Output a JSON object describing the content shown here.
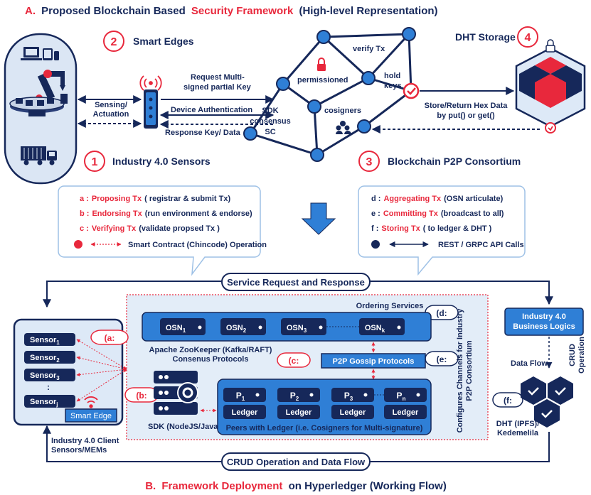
{
  "titles": {
    "a_prefix": "A.",
    "a_pre": "Proposed Blockchain Based",
    "a_red": "Security Framework",
    "a_post": "(High-level Representation)",
    "b_prefix": "B.",
    "b_red": "Framework Deployment",
    "b_post": "on Hyperledger (Working Flow)"
  },
  "top": {
    "badges": [
      "1",
      "2",
      "3",
      "4"
    ],
    "sensors_label": "Industry 4.0 Sensors",
    "smart_edges_label": "Smart Edges",
    "consortium_label": "Blockchain P2P Consortium",
    "dht_label": "DHT Storage",
    "sensing": [
      "Sensing/",
      "Actuation"
    ],
    "request": [
      "Request Multi-",
      "signed partial Key"
    ],
    "device_auth": "Device Authentication",
    "response": "Response Key/ Data",
    "verify": "verify Tx",
    "permissioned": "permissioned",
    "hold": [
      "hold",
      "keys"
    ],
    "sdk": [
      "SDK",
      "consensus",
      "SC"
    ],
    "cosigners": "cosigners",
    "store": [
      "Store/Return Hex Data",
      "by put() or get()"
    ]
  },
  "legend_left": {
    "items": [
      {
        "key": "a :",
        "red": "Proposing Tx",
        "rest": "( registrar  & submit Tx)"
      },
      {
        "key": "b :",
        "red": "Endorsing Tx",
        "rest": "(run environment & endorse)"
      },
      {
        "key": "c :",
        "red": "Verifying Tx",
        "rest": "(validate propsed Tx )"
      }
    ],
    "sc_label": "Smart Contract (Chincode) Operation"
  },
  "legend_right": {
    "items": [
      {
        "key": "d :",
        "red": "Aggregating Tx",
        "rest": "(OSN articulate)"
      },
      {
        "key": "e :",
        "red": "Committing Tx",
        "rest": "(broadcast to all)"
      },
      {
        "key": "f :",
        "red": "Storing Tx",
        "rest": "( to ledger & DHT )"
      }
    ],
    "api_label": "REST / GRPC API Calls"
  },
  "bottom": {
    "service_bar": "Service Request and Response",
    "crud_bar": "CRUD Operation and Data Flow",
    "sensors": [
      "Sensor",
      "Sensor",
      "Sensor",
      "Sensor"
    ],
    "sensor_subs": [
      "1",
      "2",
      "3",
      "j"
    ],
    "sensor_dots": ":",
    "smart_edge": "Smart Edge",
    "client_label": [
      "Industry 4.0  Client",
      "Sensors/MEMs"
    ],
    "markers": [
      "(a:",
      "(b:",
      "(c:",
      "(d:",
      "(e:",
      "(f:"
    ],
    "ordering_services": "Ordering Services",
    "osn": [
      "OSN",
      "OSN",
      "OSN",
      "OSN"
    ],
    "osn_subs": [
      "1",
      "2",
      "3",
      "k"
    ],
    "zookeeper": [
      "Apache ZooKeeper (Kafka/RAFT)",
      "Consenus Protocols"
    ],
    "gossip": "P2P Gossip Protocols",
    "peers": [
      "P",
      "P",
      "P",
      "P"
    ],
    "peer_subs": [
      "1",
      "2",
      "3",
      "n"
    ],
    "ledger": "Ledger",
    "peers_label": "Peers with Ledger (i.e. Cosigners for Multi-signature)",
    "sdk_label": "SDK (NodeJS/Java)",
    "channels": [
      "Configures Channels for Industry",
      "P2P Consortium"
    ],
    "biz": [
      "Industry 4.0",
      "Business Logics"
    ],
    "data_flow": "Data Flow",
    "crud_op": [
      "CRUD",
      "Operation"
    ],
    "dht": [
      "DHT (IPFS)/",
      "Kedemelila"
    ]
  },
  "colors": {
    "navy": "#16285a",
    "red": "#e8283c",
    "blue": "#2f7fd6",
    "light": "#dde9f7"
  }
}
